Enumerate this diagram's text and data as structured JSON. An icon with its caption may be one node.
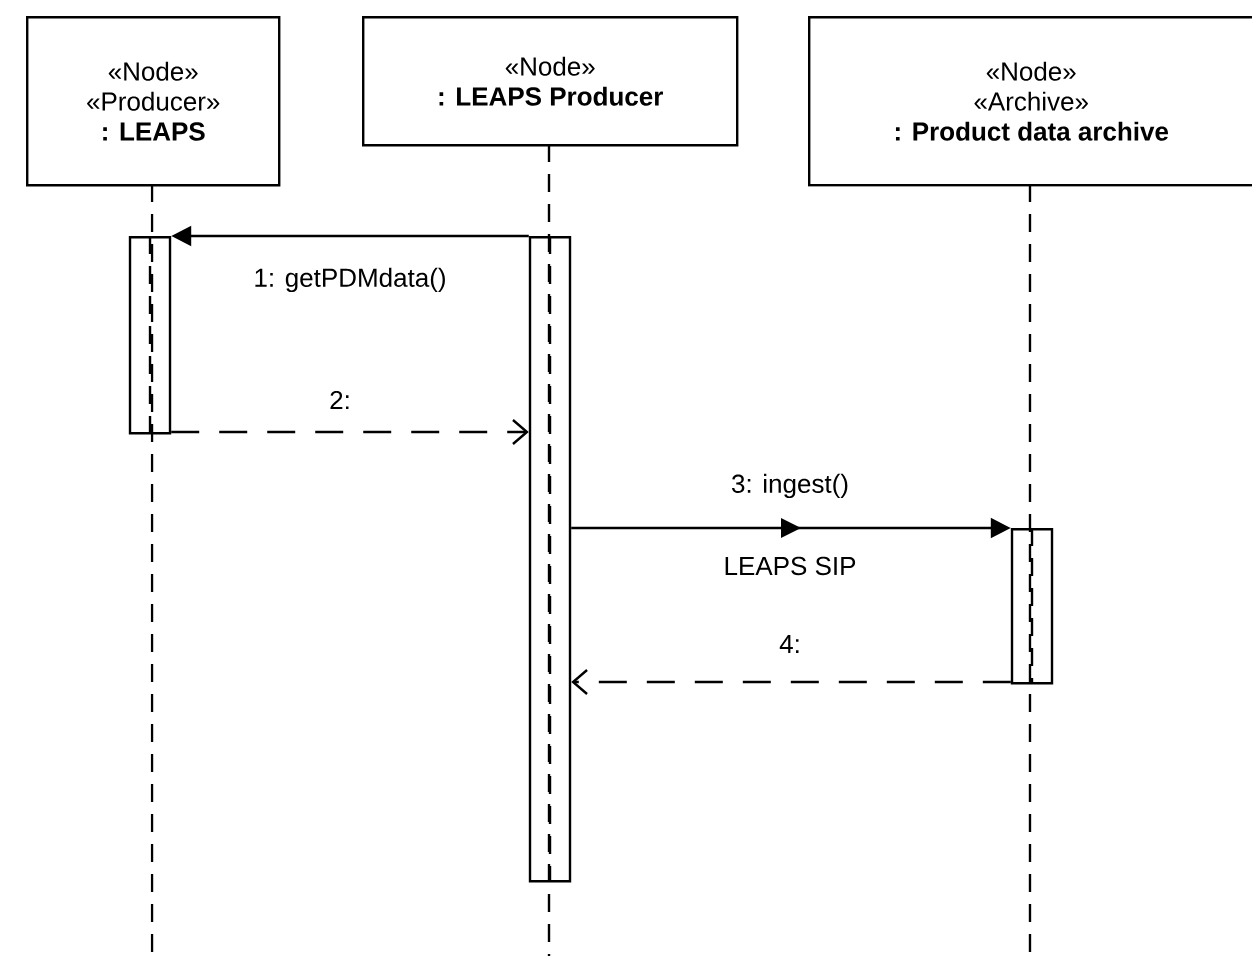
{
  "diagram": {
    "nodes": [
      {
        "text": [
          "«Node»",
          "«Producer»",
          ": LEAPS"
        ]
      },
      {
        "text": [
          "«Node»",
          ": LEAPS Producer"
        ]
      },
      {
        "text": [
          "«Node»",
          "«Archive»",
          ": Product data archive"
        ]
      },
      {
        "text": [],
        "shape": "bar"
      },
      {
        "text": [],
        "shape": "bar"
      },
      {
        "text": [],
        "shape": "bar"
      }
    ],
    "edges": [
      {
        "from": 4,
        "to": 3,
        "arrow": "to",
        "label": "1: getPDMdata()"
      },
      {
        "from": 3,
        "to": 4,
        "arrow": "to",
        "label": "2:",
        "style": "dashed"
      },
      {
        "from": 4,
        "to": 5,
        "arrow": "to",
        "label": "3: ingest()"
      },
      {
        "from": 5,
        "to": 4,
        "arrow": "to",
        "label": "4:",
        "style": "dashed"
      }
    ],
    "labels": [
      "LEAPS SIP"
    ]
  }
}
